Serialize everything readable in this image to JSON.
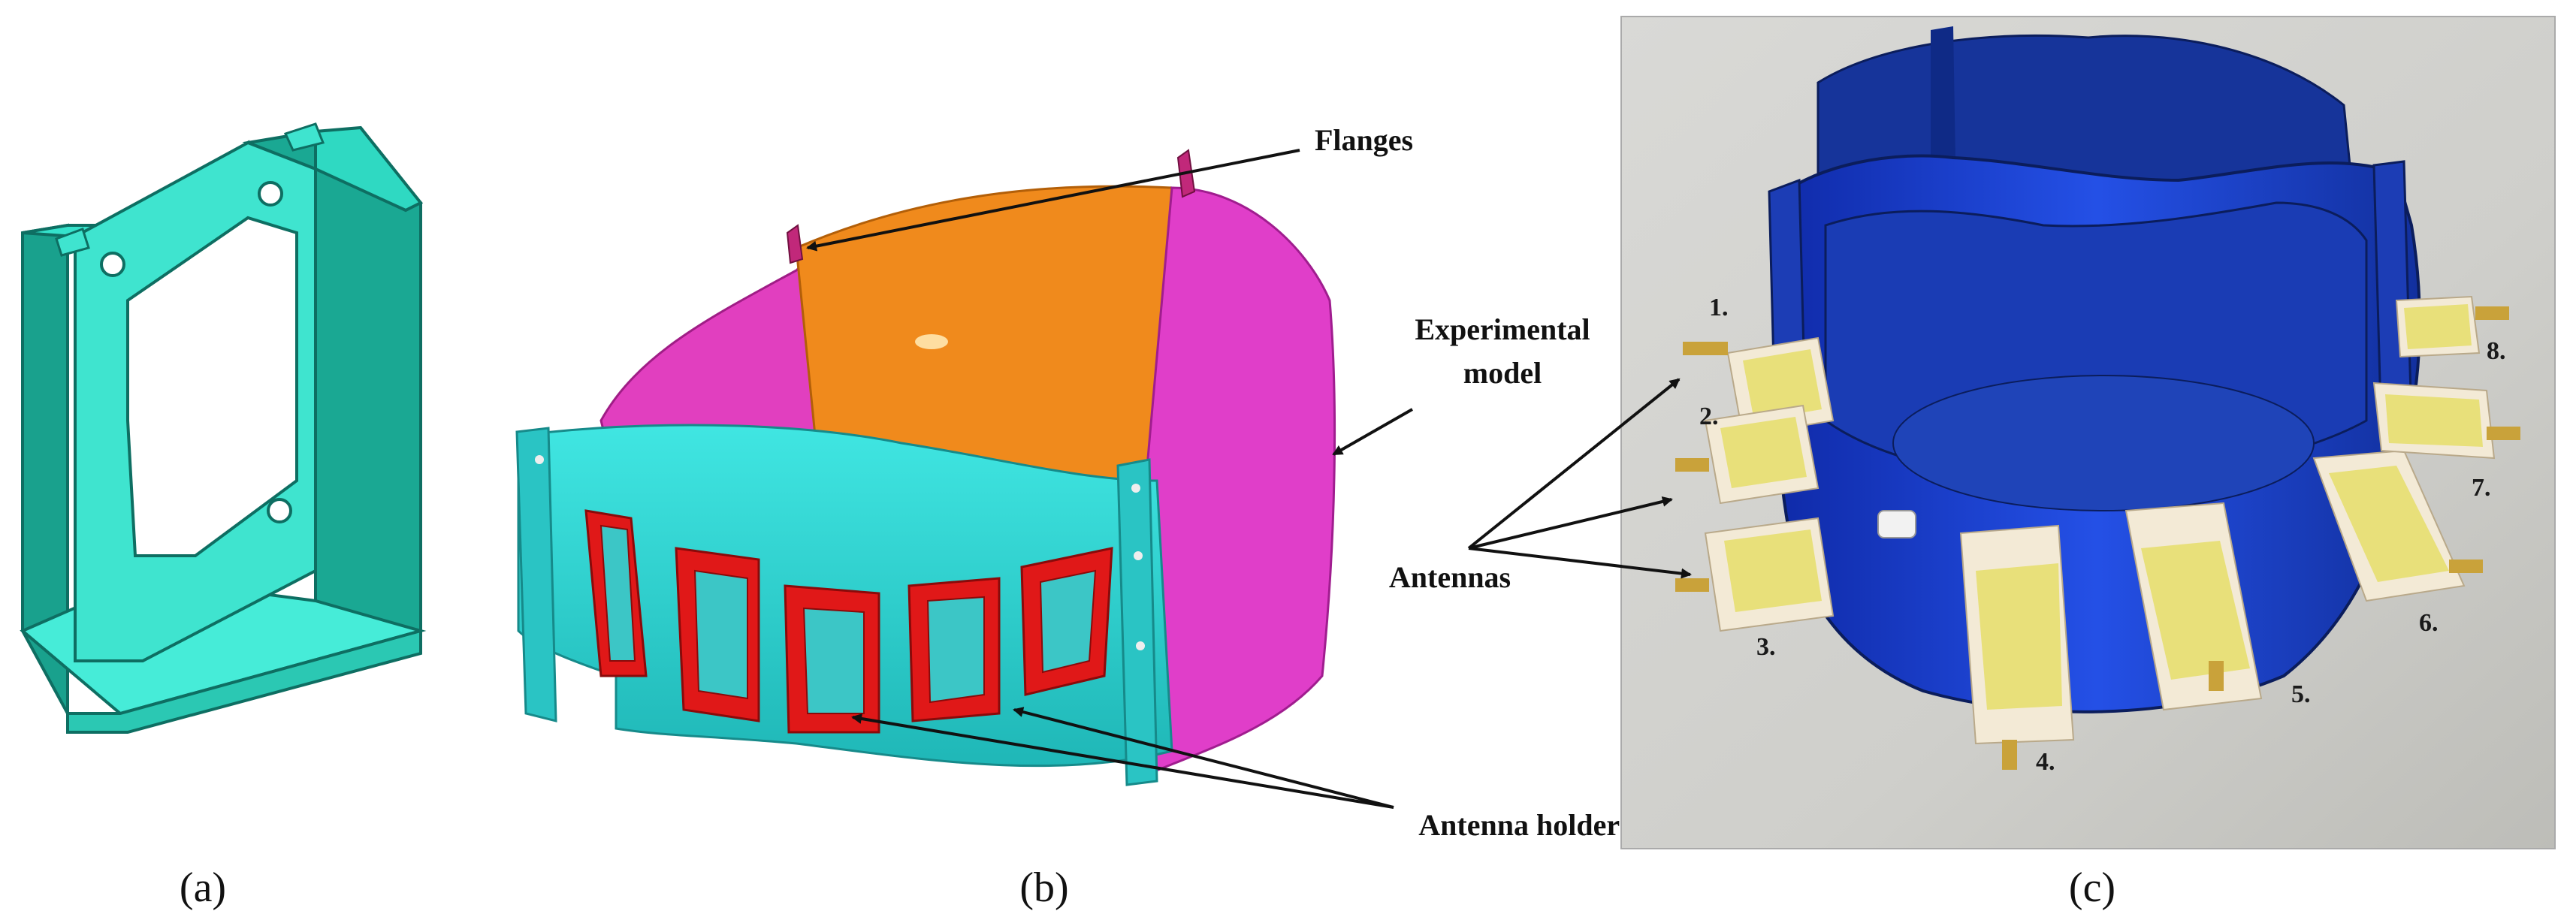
{
  "panels": {
    "a": {
      "caption": "(a)"
    },
    "b": {
      "caption": "(b)",
      "labels": {
        "flanges": "Flanges",
        "experimental_line1": "Experimental",
        "experimental_line2": "model",
        "antenna_holders": "Antenna holders"
      }
    },
    "c": {
      "caption": "(c)",
      "labels": {
        "antennas": "Antennas"
      },
      "antenna_numbers": [
        "1.",
        "2.",
        "3.",
        "4.",
        "5.",
        "6.",
        "7.",
        "8."
      ]
    }
  },
  "colors": {
    "holder_cyan": "#33e0cc",
    "phantom_cyan": "#2fd3d3",
    "phantom_magenta": "#e02fc8",
    "phantom_orange": "#f08a1c",
    "holder_red": "#e01818",
    "model_blue": "#1a3fd0",
    "antenna_yellow": "#e8e07a"
  }
}
